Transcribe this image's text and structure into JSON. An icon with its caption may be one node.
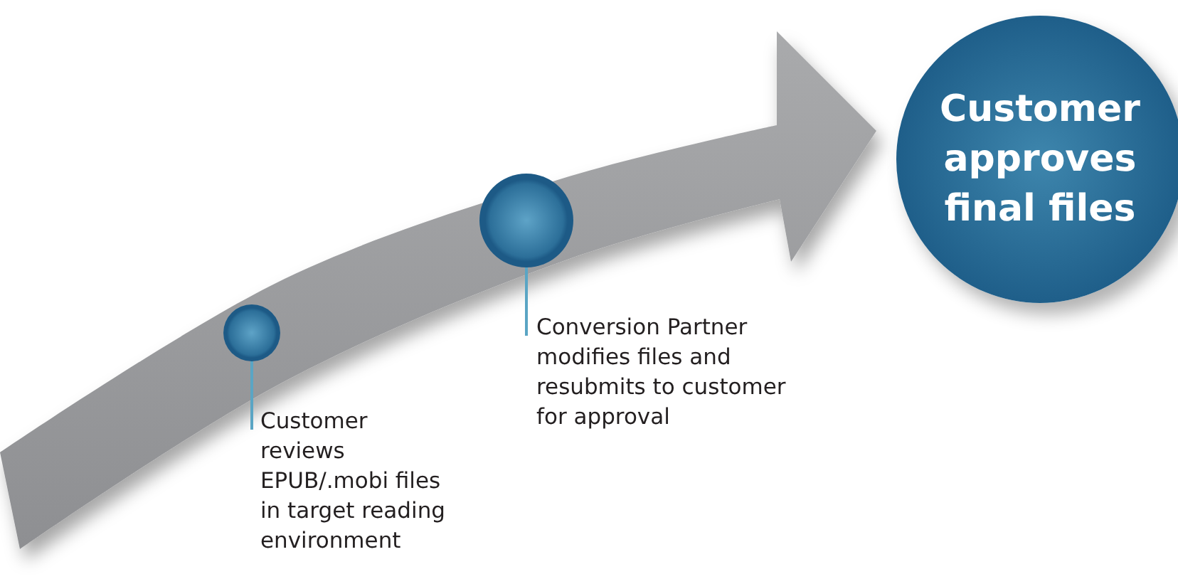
{
  "diagram": {
    "nodes": [
      {
        "text": [],
        "shape": "circle"
      },
      {
        "text": [
          "Customer reviews EPUB/.mobi files in target reading environment"
        ]
      },
      {
        "text": [],
        "shape": "circle"
      },
      {
        "text": [
          "Conversion Partner modifies files and resubmits to customer for approval"
        ]
      },
      {
        "text": [
          "Customer approves final files"
        ]
      }
    ],
    "edges": [
      {
        "from": 1,
        "to": 0,
        "arrow": "none"
      },
      {
        "from": 3,
        "to": 2,
        "arrow": "none"
      },
      {
        "from": null,
        "to": 4,
        "arrow": "to",
        "style": "thick"
      }
    ]
  }
}
